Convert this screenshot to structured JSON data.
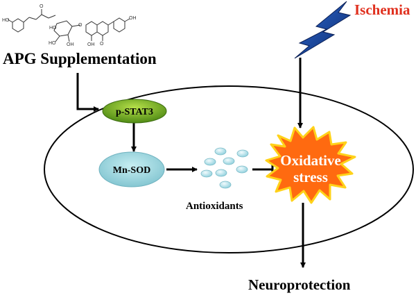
{
  "labels": {
    "supplementation": "APG Supplementation",
    "ischemia": "Ischemia",
    "pstat3": "p-STAT3",
    "mnsod": "Mn-SOD",
    "antioxidants": "Antioxidants",
    "oxidative_line1": "Oxidative",
    "oxidative_line2": "stress",
    "neuroprotection": "Neuroprotection"
  },
  "colors": {
    "pstat3_fill": "#6aa21e",
    "mnsod_fill": "#8fd0d8",
    "burst_fill": "#ff6a10",
    "burst_edge": "#ffd21a",
    "lightning": "#123a8c",
    "ischemia_text": "#e0301e",
    "antioxidant_bead": "#a7dde6"
  },
  "icons": {
    "molecule": "apigenin-glucoside-structure-icon",
    "lightning": "lightning-bolt-icon",
    "burst": "starburst-icon"
  }
}
